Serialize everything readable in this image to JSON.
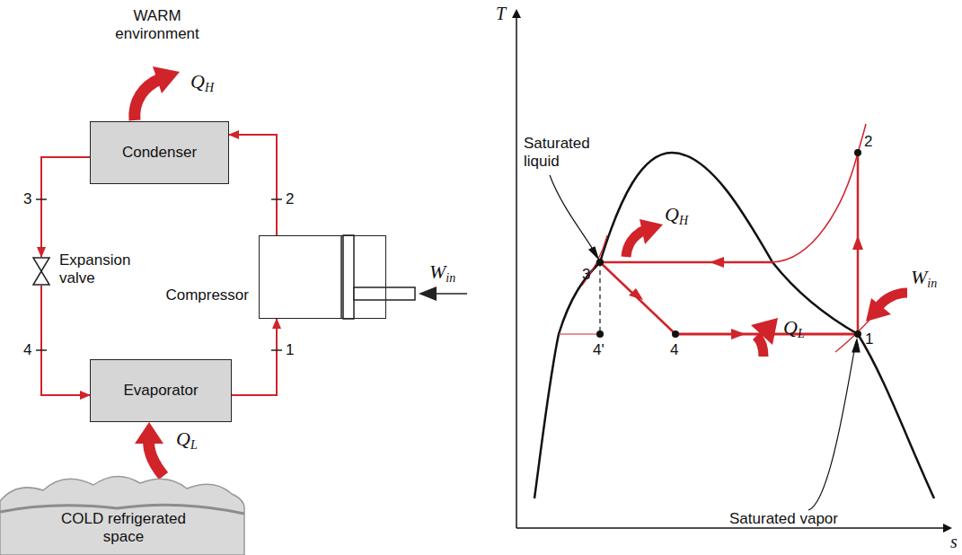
{
  "diagram": {
    "nodes": [
      {
        "text": [
          "Condenser"
        ]
      },
      {
        "text": [
          "Expansion valve"
        ]
      },
      {
        "text": [
          "Compressor"
        ]
      },
      {
        "text": [
          "Evaporator"
        ]
      },
      {
        "text": [
          "COLD refrigerated space"
        ]
      }
    ],
    "edges": [
      {
        "from": 2,
        "to": 0,
        "arrow": "to",
        "label": "2"
      },
      {
        "from": 0,
        "to": 1,
        "arrow": "to",
        "label": "3"
      },
      {
        "from": 1,
        "to": 3,
        "arrow": "to",
        "label": "4"
      },
      {
        "from": 3,
        "to": 2,
        "arrow": "to",
        "label": "1"
      }
    ],
    "labels": [
      "WARM environment",
      "QH",
      "Win",
      "QL",
      "T",
      "s",
      "Saturated liquid",
      "Saturated vapor",
      "3",
      "4'",
      "4",
      "1",
      "2",
      "QH",
      "Win",
      "QL"
    ]
  }
}
